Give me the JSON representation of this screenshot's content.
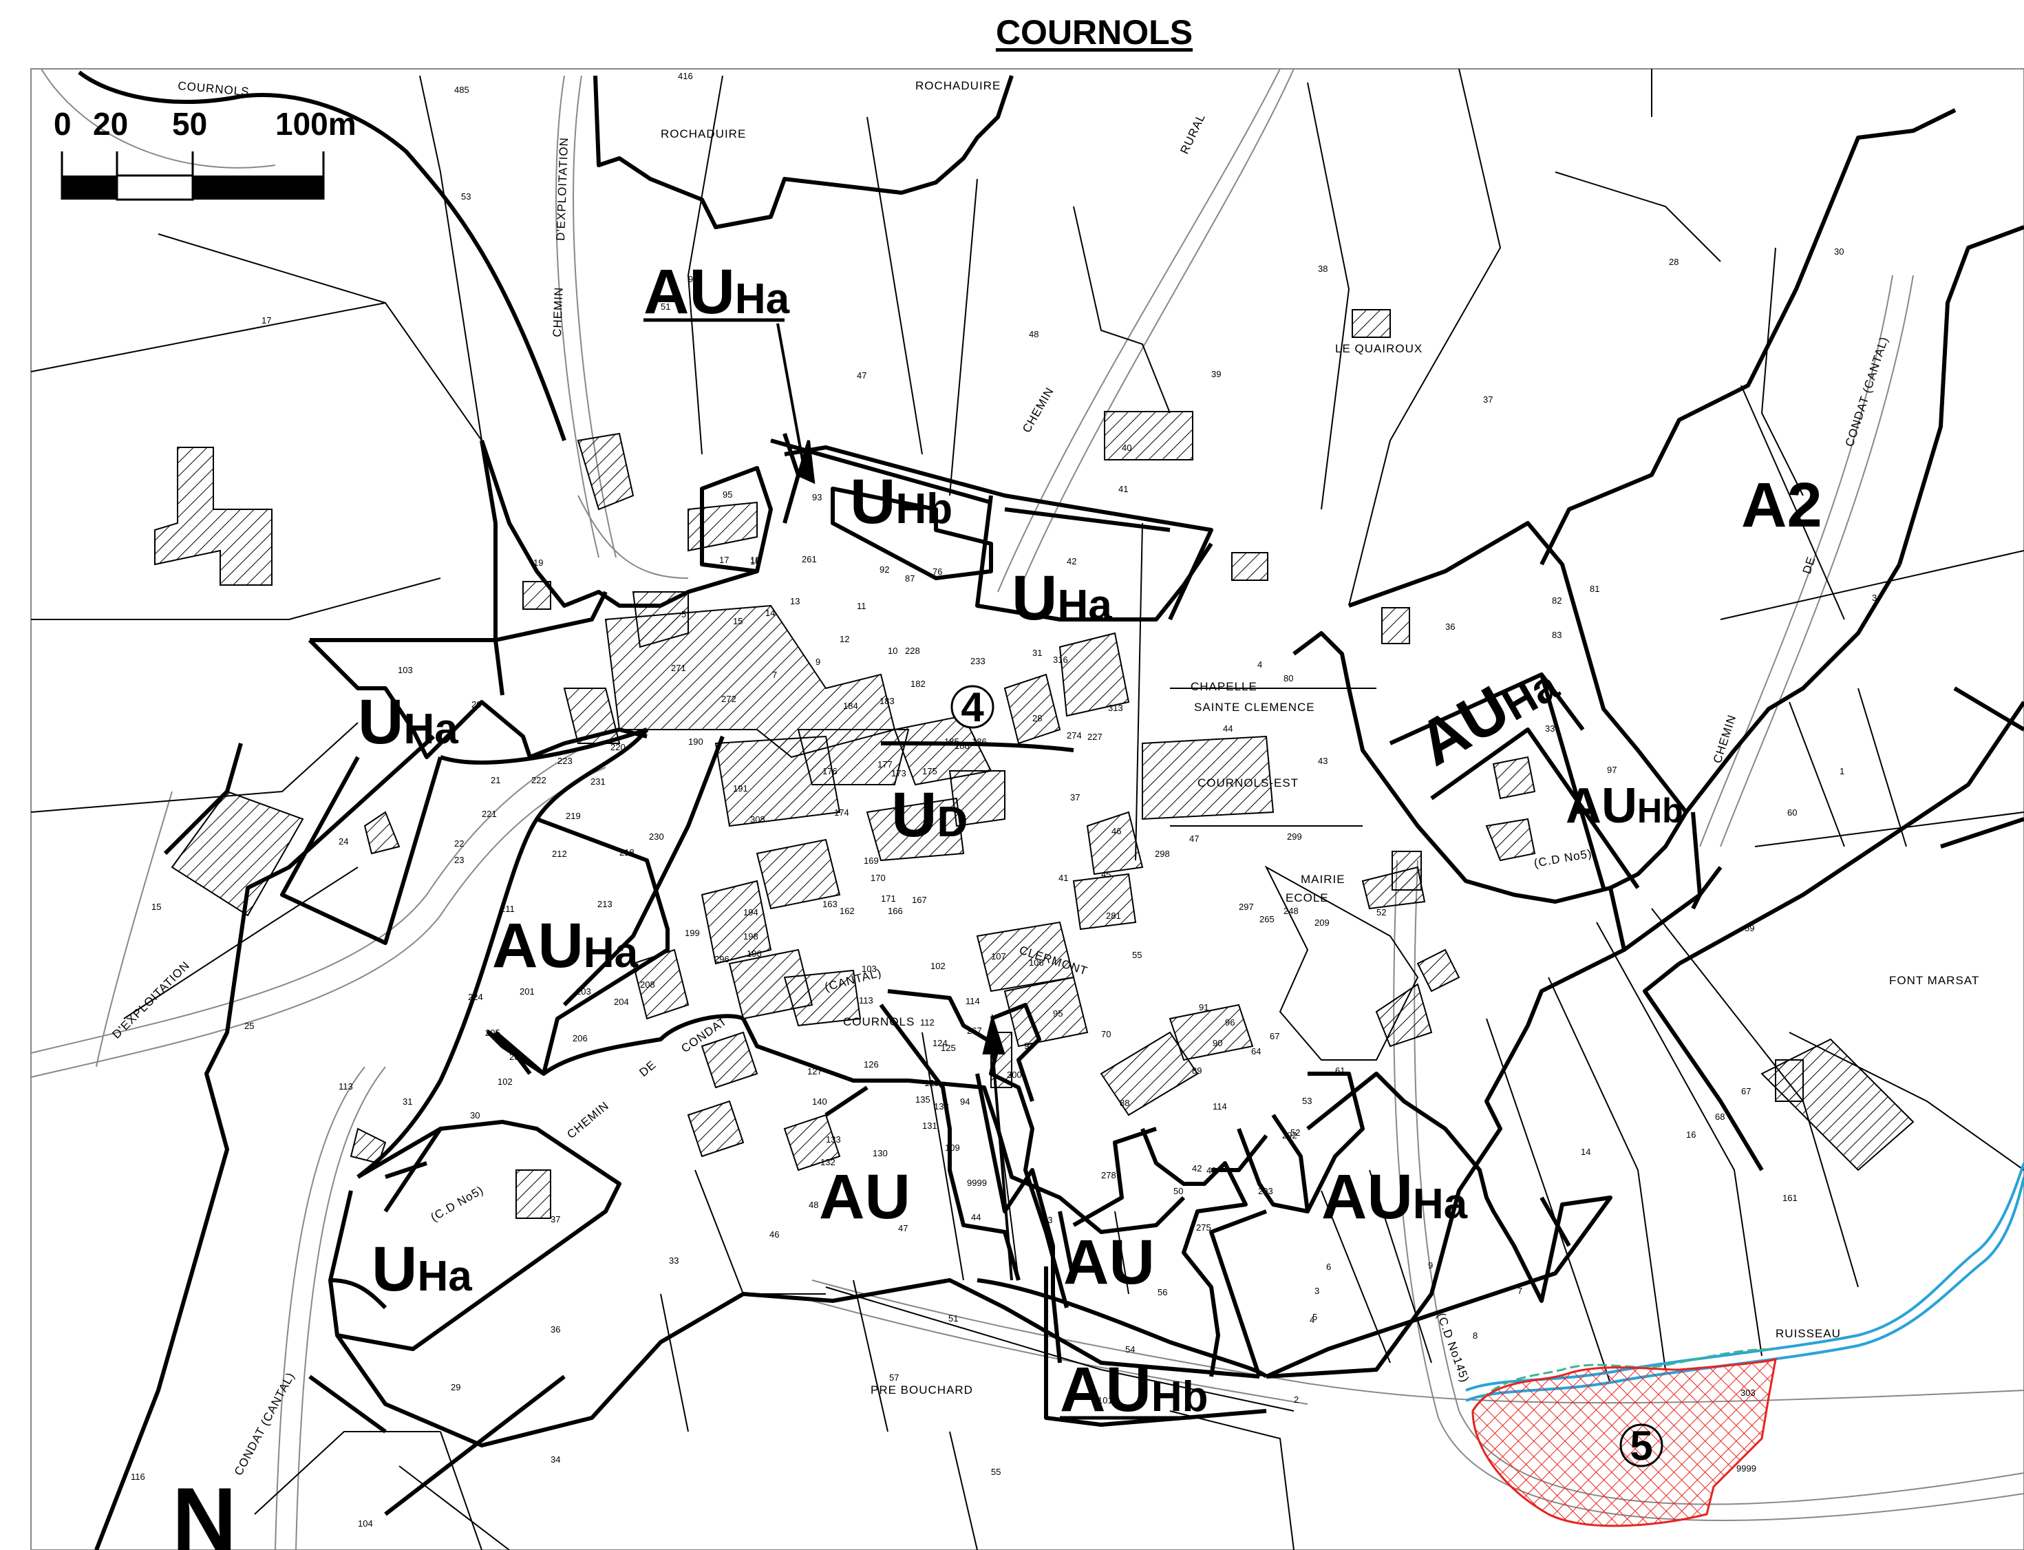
{
  "title": "COURNOLS",
  "scale_bar": {
    "labels": [
      "0",
      "20",
      "50",
      "100m"
    ]
  },
  "north_label": "N",
  "zones": [
    {
      "main": "AU",
      "sub": "Ha",
      "underline": true
    },
    {
      "main": "U",
      "sub": "Hb"
    },
    {
      "main": "U",
      "sub": "Ha"
    },
    {
      "main": "U",
      "sub": "Ha"
    },
    {
      "main": "U",
      "sub": "D"
    },
    {
      "main": "AU",
      "sub": "Ha"
    },
    {
      "main": "AU",
      "sub": "Ha"
    },
    {
      "main": "AU",
      "sub": "Hb"
    },
    {
      "main": "A2",
      "sub": ""
    },
    {
      "main": "AU",
      "sub": ""
    },
    {
      "main": "AU",
      "sub": ""
    },
    {
      "main": "AU",
      "sub": "Ha"
    },
    {
      "main": "U",
      "sub": "Ha"
    },
    {
      "main": "AU",
      "sub": "Hb",
      "underline": true
    }
  ],
  "circled_markers": [
    "4",
    "5"
  ],
  "street_labels": [
    "COURNOLS",
    "ROCHADUIRE",
    "ROCHADUIRE",
    "CHEMIN",
    "D'EXPLOITATION",
    "RURAL",
    "CHEMIN",
    "LE QUAIROUX",
    "CONDAT (CANTAL)",
    "DE",
    "CHAPELLE",
    "SAINTE CLEMENCE",
    "COURNOLS-EST",
    "MAIRIE",
    "ECOLE",
    "CHEMIN",
    "(C.D No5)",
    "FONT MARSAT",
    "D'EXPLOITATION",
    "CHEMIN",
    "DE",
    "CONDAT",
    "(C.D No5)",
    "CONDAT (CANTAL)",
    "PRE BOUCHARD",
    "(C.D No145)",
    "RUISSEAU",
    "(CANTAL)",
    "COURNOLS",
    "CLERMONT"
  ],
  "parcel_numbers": [
    "485",
    "416",
    "53",
    "17",
    "18",
    "94",
    "51",
    "47",
    "48",
    "39",
    "40",
    "41",
    "38",
    "28",
    "30",
    "37",
    "95",
    "93",
    "92",
    "87",
    "76",
    "42",
    "17",
    "18",
    "261",
    "19",
    "103",
    "20",
    "5",
    "13",
    "11",
    "15",
    "14",
    "12",
    "10",
    "9",
    "7",
    "228",
    "271",
    "272",
    "182",
    "184",
    "183",
    "233",
    "31",
    "316",
    "28",
    "313",
    "274",
    "227",
    "36",
    "81",
    "82",
    "83",
    "3",
    "33",
    "97",
    "1",
    "60",
    "44",
    "43",
    "80",
    "4",
    "21",
    "222",
    "223",
    "231",
    "220",
    "219",
    "221",
    "22",
    "24",
    "23",
    "212",
    "218",
    "230",
    "190",
    "191",
    "174",
    "177",
    "173",
    "176",
    "175",
    "185",
    "186",
    "188",
    "308",
    "37",
    "46",
    "299",
    "298",
    "47",
    "52",
    "15",
    "25",
    "211",
    "213",
    "199",
    "194",
    "198",
    "196",
    "169",
    "170",
    "171",
    "167",
    "166",
    "162",
    "163",
    "41",
    "45",
    "281",
    "55",
    "296",
    "297",
    "248",
    "265",
    "209",
    "224",
    "201",
    "203",
    "208",
    "204",
    "205",
    "206",
    "207",
    "102",
    "30",
    "31",
    "113",
    "114",
    "37",
    "33",
    "36",
    "29",
    "34",
    "116",
    "104",
    "103",
    "102",
    "107",
    "106",
    "267",
    "114",
    "113",
    "112",
    "124",
    "125",
    "127",
    "126",
    "128",
    "135",
    "138",
    "140",
    "133",
    "132",
    "130",
    "131",
    "109",
    "94",
    "93",
    "300",
    "88",
    "89",
    "90",
    "96",
    "91",
    "95",
    "70",
    "67",
    "64",
    "61",
    "53",
    "52",
    "292",
    "293",
    "275",
    "278",
    "50",
    "49",
    "42",
    "43",
    "9999",
    "44",
    "48",
    "47",
    "46",
    "51",
    "57",
    "55",
    "54",
    "56",
    "101",
    "2",
    "3",
    "4",
    "5",
    "6",
    "7",
    "8",
    "9",
    "14",
    "16",
    "67",
    "68",
    "59",
    "161",
    "303",
    "9999"
  ],
  "colors": {
    "ink": "#000000",
    "road_gray": "#888888",
    "hatch_red": "#e8231f",
    "stream": "#2aa3d8",
    "bank_green": "#3fb58f"
  }
}
